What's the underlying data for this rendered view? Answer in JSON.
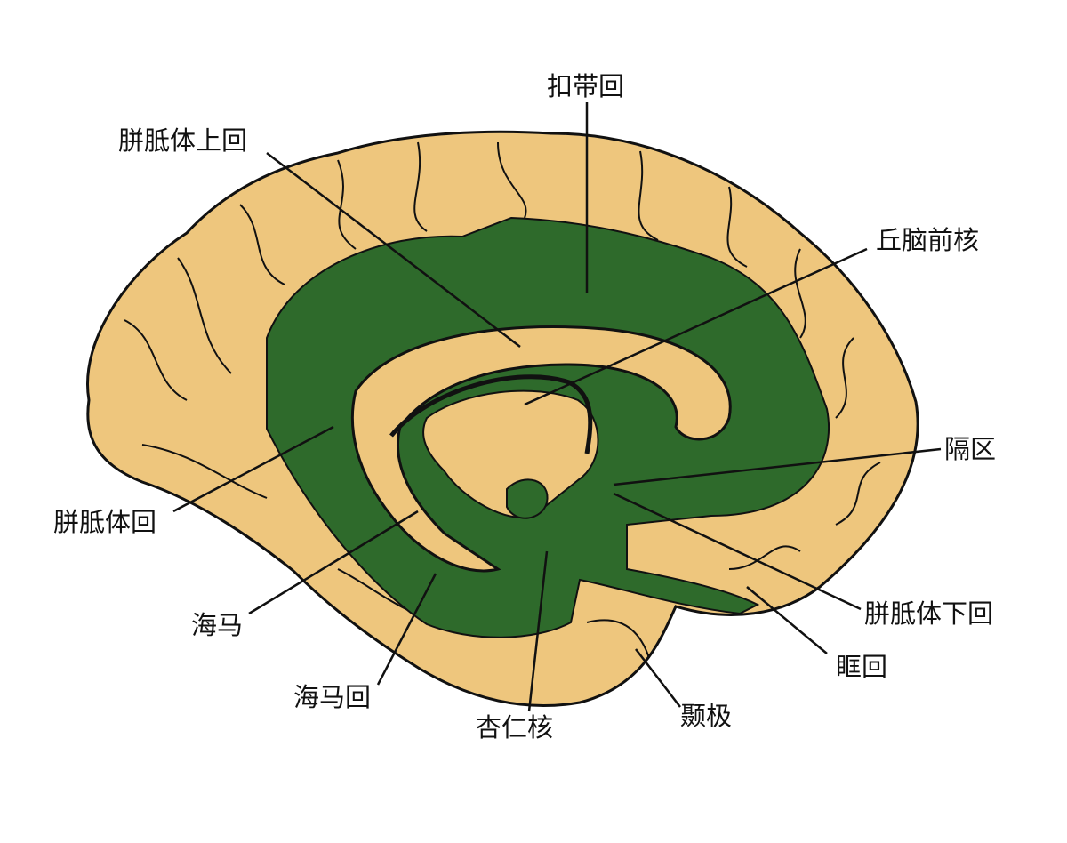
{
  "title": "Limbic system (medial view of brain)",
  "colors": {
    "cortex": "#EEC67D",
    "limbic": "#2E6A2B",
    "line": "#111111"
  },
  "labels": {
    "cingulate_gyrus": "扣带回",
    "supracallosal_gyrus": "胼胝体上回",
    "anterior_thalamic_nucleus": "丘脑前核",
    "septal_area": "隔区",
    "callosal_gyrus": "胼胝体回",
    "subcallosal_gyrus": "胼胝体下回",
    "hippocampus": "海马",
    "orbital_gyrus": "眶回",
    "parahippocampal_gyrus": "海马回",
    "amygdala": "杏仁核",
    "temporal_pole": "颞极"
  }
}
